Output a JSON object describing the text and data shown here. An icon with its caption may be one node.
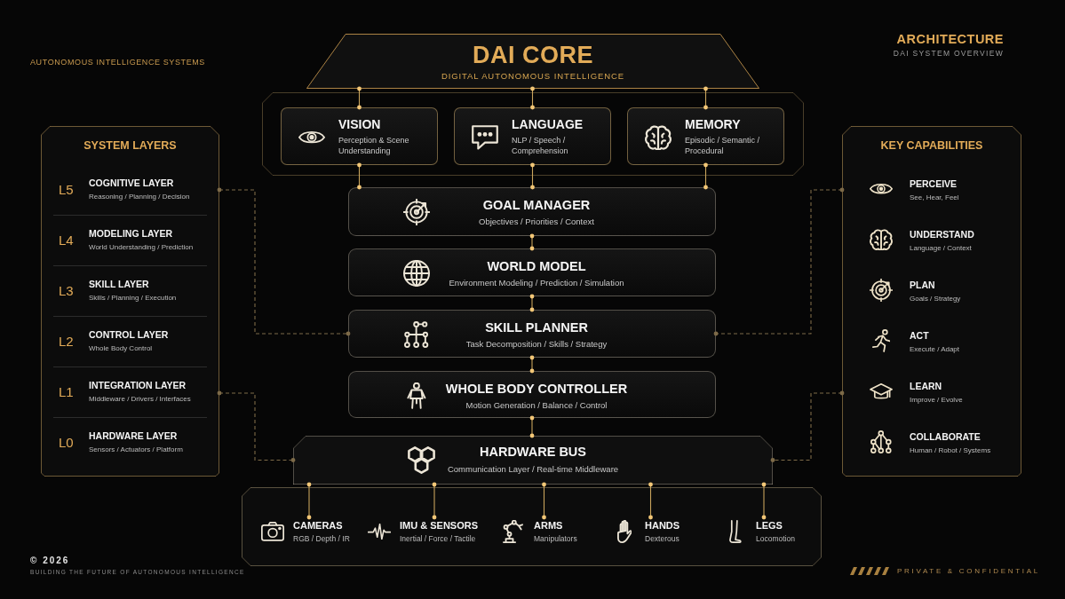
{
  "diagram": {
    "title": "ARCHITECTURE",
    "nodes": [
      {
        "text": [
          "DAI CORE",
          "DIGITAL AUTONOMOUS INTELLIGENCE"
        ]
      },
      {
        "text": [
          "VISION",
          "Perception & Scene Understanding"
        ]
      },
      {
        "text": [
          "LANGUAGE",
          "NLP / Speech / Comprehension"
        ]
      },
      {
        "text": [
          "MEMORY",
          "Episodic / Semantic / Procedural"
        ]
      },
      {
        "text": [
          "GOAL MANAGER",
          "Objectives / Priorities / Context"
        ]
      },
      {
        "text": [
          "WORLD MODEL",
          "Environment Modeling / Prediction / Simulation"
        ]
      },
      {
        "text": [
          "SKILL PLANNER",
          "Task Decomposition / Skills / Strategy"
        ]
      },
      {
        "text": [
          "WHOLE BODY CONTROLLER",
          "Motion Generation / Balance / Control"
        ]
      },
      {
        "text": [
          "HARDWARE BUS",
          "Communication Layer / Real-time Middleware"
        ]
      },
      {
        "text": [],
        "shape": "box"
      },
      {
        "text": [
          "CAMERAS",
          "RGB / Depth / IR"
        ],
        "in": 9
      },
      {
        "text": [
          "IMU & SENSORS",
          "Inertial / Force / Tactile"
        ],
        "in": 9
      },
      {
        "text": [
          "ARMS",
          "Manipulators"
        ],
        "in": 9
      },
      {
        "text": [
          "HANDS",
          "Dexterous"
        ],
        "in": 9
      },
      {
        "text": [
          "LEGS",
          "Locomotion"
        ],
        "in": 9
      },
      {
        "text": [
          "SYSTEM LAYERS"
        ]
      },
      {
        "text": [
          "L5",
          "COGNITIVE LAYER",
          "Reasoning / Planning / Decision"
        ],
        "in": 15
      },
      {
        "text": [
          "L4",
          "MODELING LAYER",
          "World Understanding / Prediction"
        ],
        "in": 15
      },
      {
        "text": [
          "L3",
          "SKILL LAYER",
          "Skills / Planning / Execution"
        ],
        "in": 15
      },
      {
        "text": [
          "L2",
          "CONTROL LAYER",
          "Whole Body Control"
        ],
        "in": 15
      },
      {
        "text": [
          "L1",
          "INTEGRATION LAYER",
          "Middleware / Drivers / Interfaces"
        ],
        "in": 15
      },
      {
        "text": [
          "L0",
          "HARDWARE LAYER",
          "Sensors / Actuators / Platform"
        ],
        "in": 15
      },
      {
        "text": [
          "KEY CAPABILITIES"
        ]
      },
      {
        "text": [
          "PERCEIVE",
          "See, Hear, Feel"
        ],
        "in": 22
      },
      {
        "text": [
          "UNDERSTAND",
          "Language / Context"
        ],
        "in": 22
      },
      {
        "text": [
          "PLAN",
          "Goals / Strategy"
        ],
        "in": 22
      },
      {
        "text": [
          "ACT",
          "Execute / Adapt"
        ],
        "in": 22
      },
      {
        "text": [
          "LEARN",
          "Improve / Evolve"
        ],
        "in": 22
      },
      {
        "text": [
          "COLLABORATE",
          "Human / Robot / Systems"
        ],
        "in": 22
      }
    ],
    "edges": [
      {
        "from": 0,
        "to": 1,
        "arrow": "other"
      },
      {
        "from": 0,
        "to": 2,
        "arrow": "other"
      },
      {
        "from": 0,
        "to": 3,
        "arrow": "other"
      },
      {
        "from": 1,
        "to": 4,
        "arrow": "other"
      },
      {
        "from": 2,
        "to": 4,
        "arrow": "other"
      },
      {
        "from": 3,
        "to": 4,
        "arrow": "other"
      },
      {
        "from": 4,
        "to": 5,
        "arrow": "other"
      },
      {
        "from": 5,
        "to": 6,
        "arrow": "other"
      },
      {
        "from": 6,
        "to": 7,
        "arrow": "other"
      },
      {
        "from": 7,
        "to": 8,
        "arrow": "other"
      },
      {
        "from": 8,
        "to": 10,
        "arrow": "other"
      },
      {
        "from": 8,
        "to": 11,
        "arrow": "other"
      },
      {
        "from": 8,
        "to": 12,
        "arrow": "other"
      },
      {
        "from": 8,
        "to": 13,
        "arrow": "other"
      },
      {
        "from": 8,
        "to": 14,
        "arrow": "other"
      },
      {
        "from": 15,
        "to": 6,
        "arrow": "other",
        "style": "dashed",
        "color": "#7d6a48"
      },
      {
        "from": 15,
        "to": 8,
        "arrow": "other",
        "style": "dashed",
        "color": "#7d6a48"
      },
      {
        "from": 22,
        "to": 6,
        "arrow": "other",
        "style": "dashed",
        "color": "#7d6a48"
      },
      {
        "from": 22,
        "to": 8,
        "arrow": "other",
        "style": "dashed",
        "color": "#7d6a48"
      }
    ],
    "labels": [
      "AUTONOMOUS INTELLIGENCE SYSTEMS",
      "DAI SYSTEM OVERVIEW",
      "© 2026",
      "BUILDING THE FUTURE OF AUTONOMOUS INTELLIGENCE",
      "PRIVATE & CONFIDENTIAL"
    ]
  }
}
